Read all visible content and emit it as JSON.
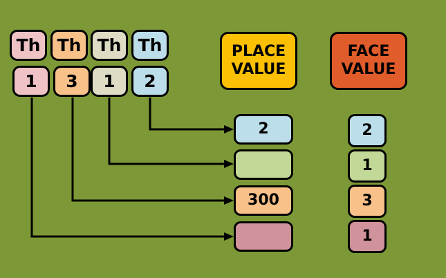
{
  "board": {
    "background_color": "#7d9937",
    "outline_color": "#000000"
  },
  "palette": {
    "pink": "#efc2c6",
    "orange": "#f8c189",
    "beige": "#dedcc4",
    "blue": "#bcdeea",
    "light_green": "#c2d896",
    "rose": "#d0929b",
    "yellow": "#fbc004",
    "red_orange": "#e05c2a"
  },
  "place_labels": [
    {
      "label": "Th",
      "color": "#efc2c6"
    },
    {
      "label": "Th",
      "color": "#f8c189"
    },
    {
      "label": "Th",
      "color": "#dedcc4"
    },
    {
      "label": "Th",
      "color": "#bcdeea"
    }
  ],
  "digits": [
    {
      "label": "1",
      "color": "#efc2c6"
    },
    {
      "label": "3",
      "color": "#f8c189"
    },
    {
      "label": "1",
      "color": "#dedcc4"
    },
    {
      "label": "2",
      "color": "#bcdeea"
    }
  ],
  "headers": {
    "place_value": {
      "line1": "PLACE",
      "line2": "VALUE",
      "color": "#fbc004"
    },
    "face_value": {
      "line1": "FACE",
      "line2": "VALUE",
      "color": "#e05c2a"
    }
  },
  "place_values": [
    {
      "label": "2",
      "color": "#bcdeea"
    },
    {
      "label": "",
      "color": "#c2d896"
    },
    {
      "label": "300",
      "color": "#f8c189"
    },
    {
      "label": "",
      "color": "#d0929b"
    }
  ],
  "face_values": [
    {
      "label": "2",
      "color": "#bcdeea"
    },
    {
      "label": "1",
      "color": "#c2d896"
    },
    {
      "label": "3",
      "color": "#f8c189"
    },
    {
      "label": "1",
      "color": "#d0929b"
    }
  ]
}
